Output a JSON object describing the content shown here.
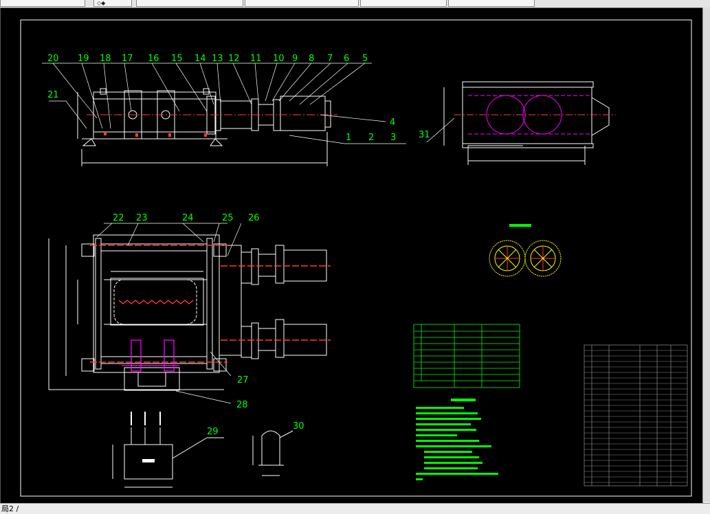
{
  "toolbar": {
    "cells": [
      "",
      "",
      "",
      "",
      "",
      "",
      "",
      ""
    ],
    "icon": "layer-icon"
  },
  "drawing": {
    "callouts_top": [
      "20",
      "19",
      "18",
      "17",
      "16",
      "15",
      "14",
      "13",
      "12",
      "11",
      "10",
      "9",
      "8",
      "7",
      "6",
      "5"
    ],
    "callouts_misc": {
      "c21": "21",
      "c4": "4",
      "c1": "1",
      "c2": "2",
      "c3": "3",
      "c31": "31"
    },
    "callouts_plan": {
      "c22": "22",
      "c23": "23",
      "c24": "24",
      "c25": "25",
      "c26": "26",
      "c27": "27",
      "c28": "28"
    },
    "callouts_bottom": {
      "c29": "29",
      "c30": "30"
    }
  },
  "status": {
    "layout_tab": "局2 /"
  },
  "colors": {
    "background": "#000000",
    "outline": "#ffffff",
    "callout": "#00ff00",
    "centerline": "#ff3b3b",
    "hidden": "#ff00ff",
    "hatch": "#ffff00",
    "notes": "#00ff00"
  }
}
